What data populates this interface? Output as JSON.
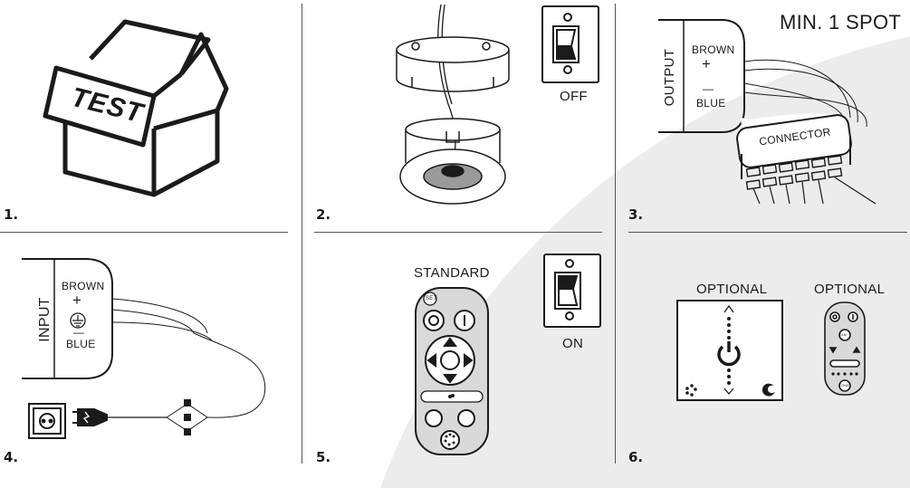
{
  "steps": [
    {
      "number": "1.",
      "box_label": "TEST"
    },
    {
      "number": "2.",
      "switch_label": "OFF"
    },
    {
      "number": "3.",
      "heading": "MIN. 1 SPOT",
      "output_label": "OUTPUT",
      "brown_label": "BROWN",
      "plus_sign": "+",
      "minus_sign": "—",
      "blue_label": "BLUE",
      "connector_label": "CONNECTOR"
    },
    {
      "number": "4.",
      "input_label": "INPUT",
      "brown_label": "BROWN",
      "plus_sign": "+",
      "minus_sign": "—",
      "blue_label": "BLUE"
    },
    {
      "number": "5.",
      "remote_label": "STANDARD",
      "switch_label": "ON",
      "set_label": "SET"
    },
    {
      "number": "6.",
      "panel_label": "OPTIONAL",
      "remote_label": "OPTIONAL",
      "dim_label": "DIM",
      "zone_label": "ZONE"
    }
  ],
  "colors": {
    "line": "#1b1b1b",
    "swoosh": "#ececec",
    "remote": "#d9d9d9",
    "lamp_core": "#9a9a9a"
  }
}
